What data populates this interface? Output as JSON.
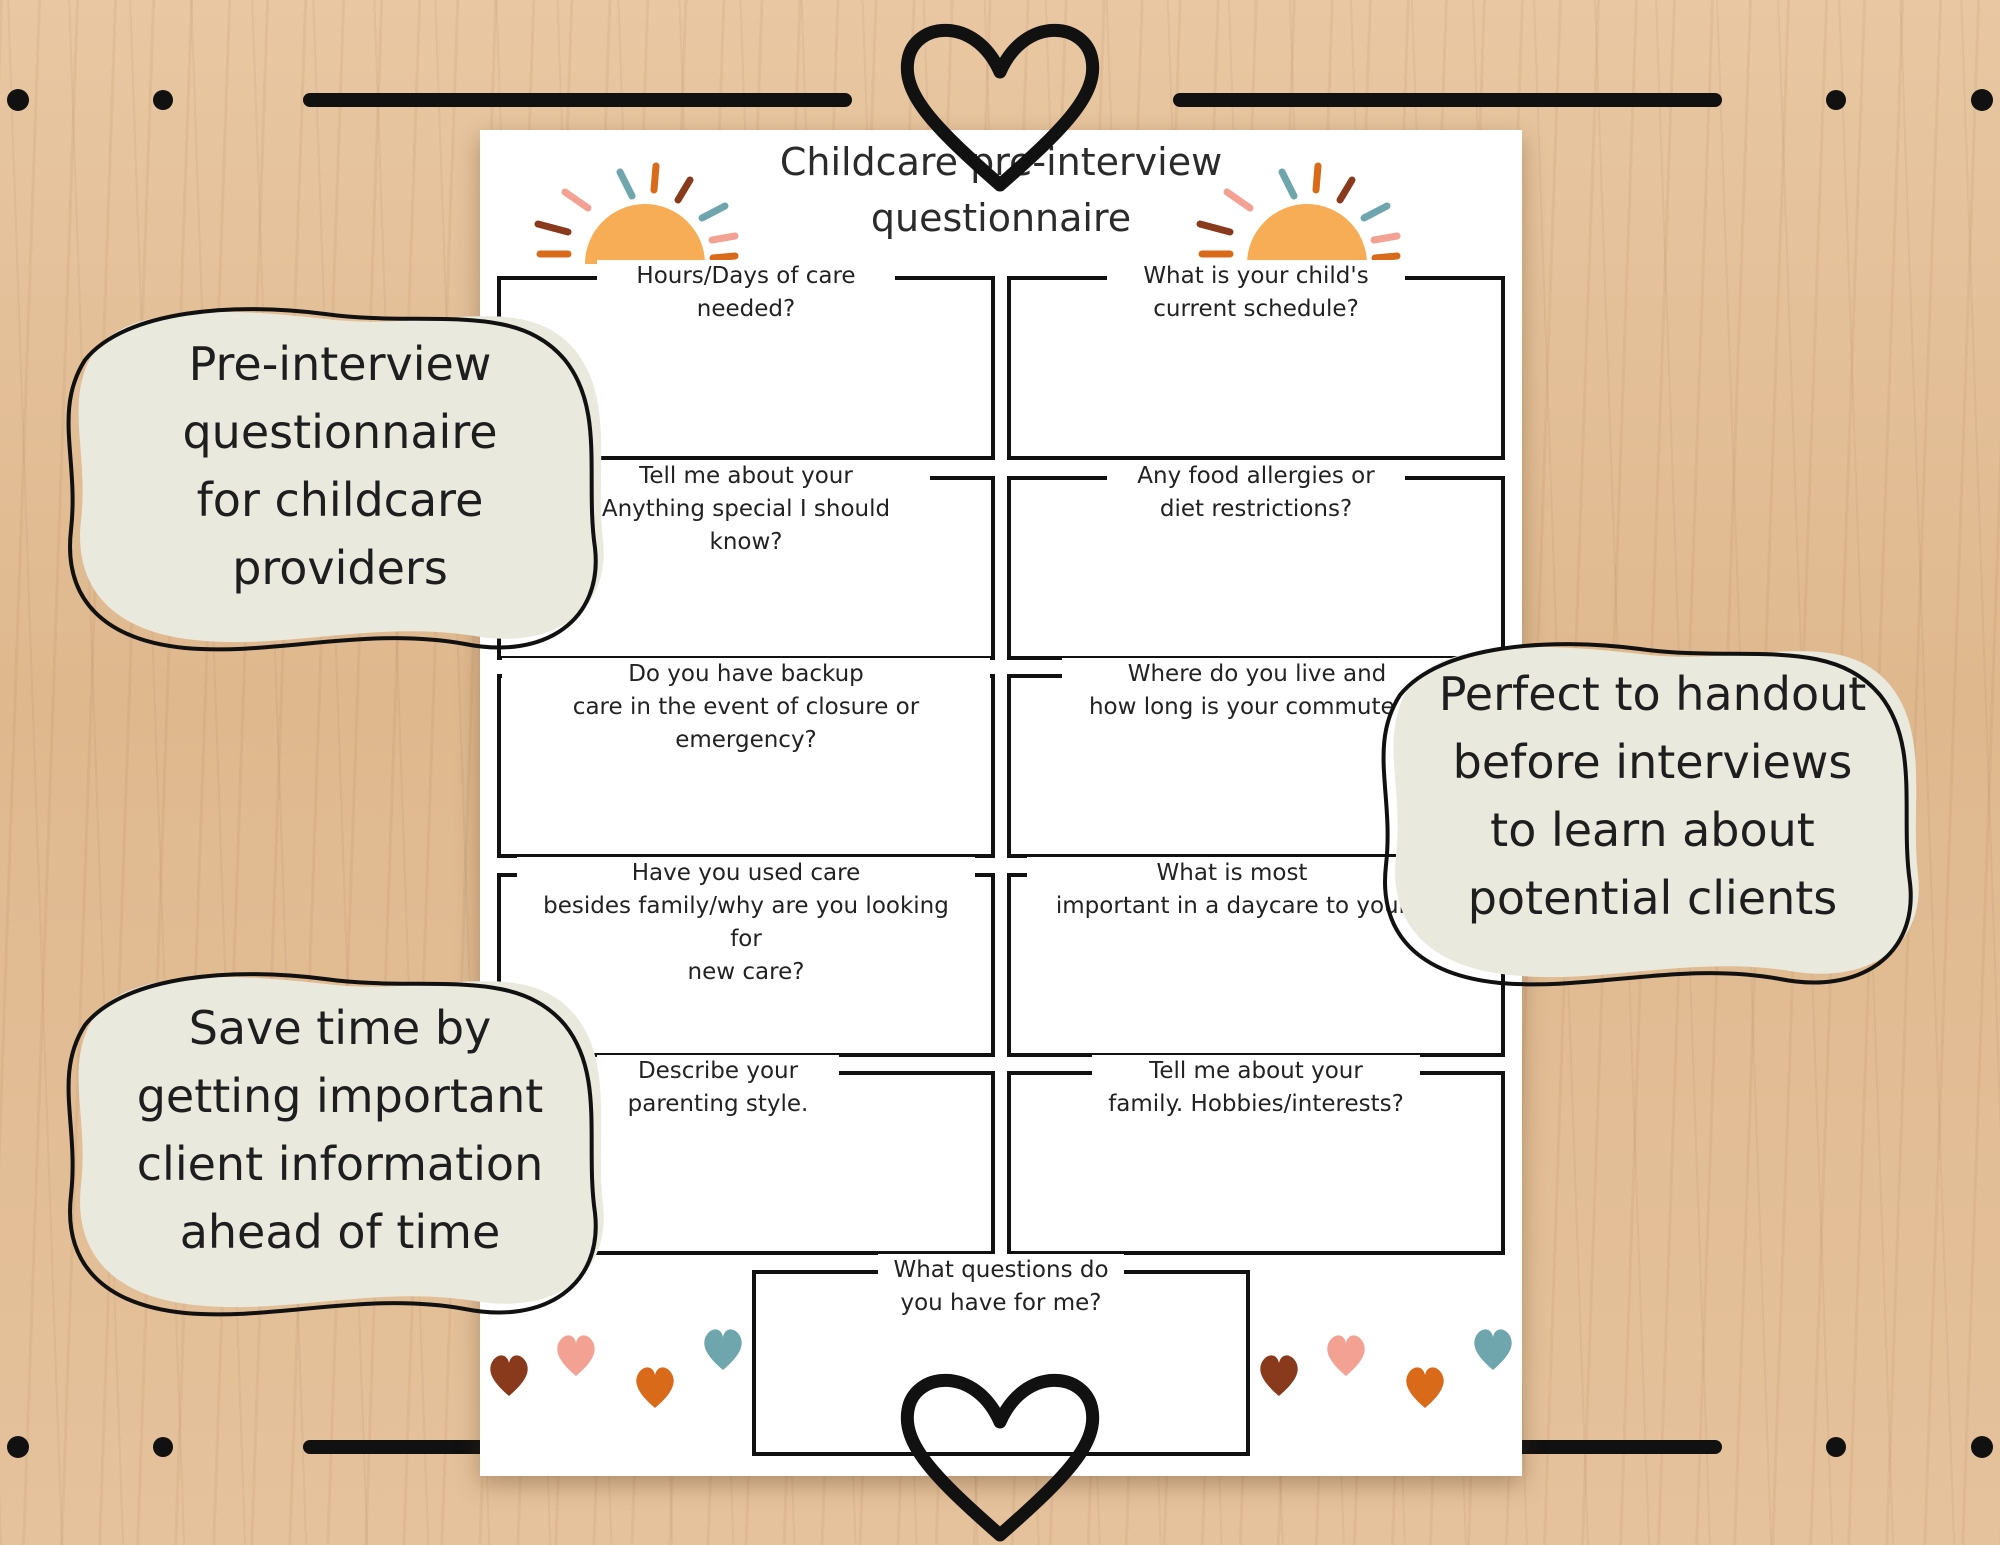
{
  "sheet": {
    "title_line1": "Childcare pre-interview",
    "title_line2": "questionnaire",
    "questions": [
      "Hours/Days of care\nneeded?",
      "What is your child's\ncurrent schedule?",
      "Tell me about your\nAnything special I should know?",
      "Any food allergies or\ndiet restrictions?",
      "Do you have backup\ncare in the event of closure or emergency?",
      "Where do you live and\nhow long is your commute to",
      "Have you used care\nbesides family/why are you looking for\nnew care?",
      "What is most\nimportant in a daycare to your",
      "Describe your\nparenting style.",
      "Tell me about your\nfamily. Hobbies/interests?",
      "What questions do\nyou have for me?"
    ]
  },
  "callouts": {
    "top_left": "Pre-interview\nquestionnaire\nfor childcare\nproviders",
    "bottom_left": "Save time by\ngetting important\nclient information\nahead of time",
    "right": "Perfect to handout\nbefore interviews\nto learn about\npotential clients"
  },
  "colors": {
    "sun": "#f6ad55",
    "ray_teal": "#6fa6ae",
    "ray_brown": "#8a3a1c",
    "ray_orange": "#d86a1a",
    "ray_pink": "#f3a192",
    "heart_brown": "#8a3a1c",
    "heart_pink": "#f3a192",
    "heart_orange": "#d86a1a",
    "heart_teal": "#6fa6ae",
    "callout_fill": "#e9e9de"
  }
}
